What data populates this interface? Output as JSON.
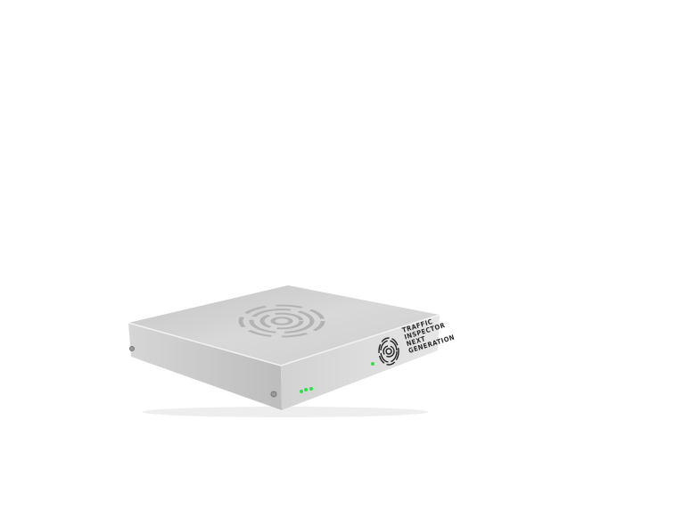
{
  "product": {
    "name_lines": [
      "TRAFFIC",
      "INSPECTOR",
      "NEXT",
      "GENERATION"
    ],
    "led_color": "#2fe04a",
    "body_color": "#c9c9c9"
  }
}
